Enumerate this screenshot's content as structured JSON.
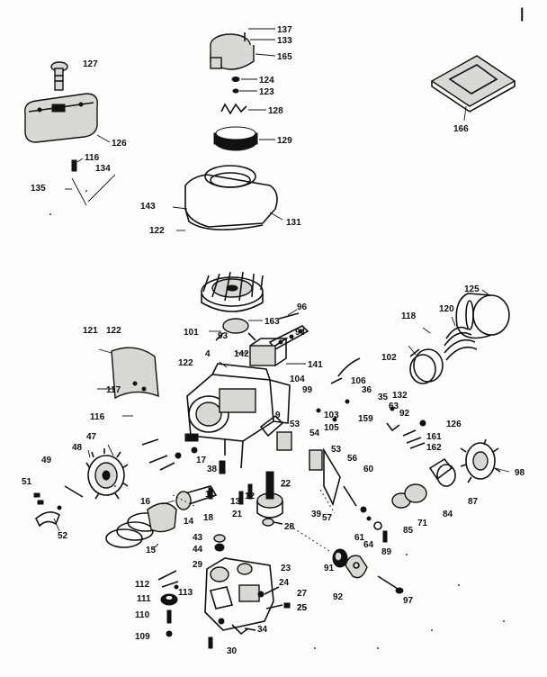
{
  "page_mark": "|",
  "labels": [
    "137",
    "133",
    "165",
    "127",
    "124",
    "123",
    "128",
    "129",
    "166",
    "126",
    "116",
    "134",
    "135",
    "143",
    "122",
    "131",
    "125",
    "96",
    "118",
    "120",
    "121",
    "122",
    "163",
    "94",
    "101",
    "93",
    "142",
    "4",
    "122",
    "141",
    "102",
    "117",
    "104",
    "99",
    "116",
    "106",
    "36",
    "35",
    "132",
    "53",
    "105",
    "159",
    "92",
    "63",
    "126",
    "47",
    "48",
    "54",
    "53",
    "38",
    "161",
    "162",
    "49",
    "60",
    "56",
    "85",
    "51",
    "52",
    "16",
    "14",
    "15",
    "13",
    "12",
    "21",
    "22",
    "28",
    "43",
    "44",
    "57",
    "61",
    "64",
    "89",
    "84",
    "71",
    "87",
    "98",
    "29",
    "112",
    "23",
    "113",
    "24",
    "111",
    "27",
    "110",
    "25",
    "109",
    "34",
    "30",
    "91",
    "92",
    "97",
    "25",
    "103",
    "17",
    "11",
    "18",
    "39",
    "9"
  ]
}
